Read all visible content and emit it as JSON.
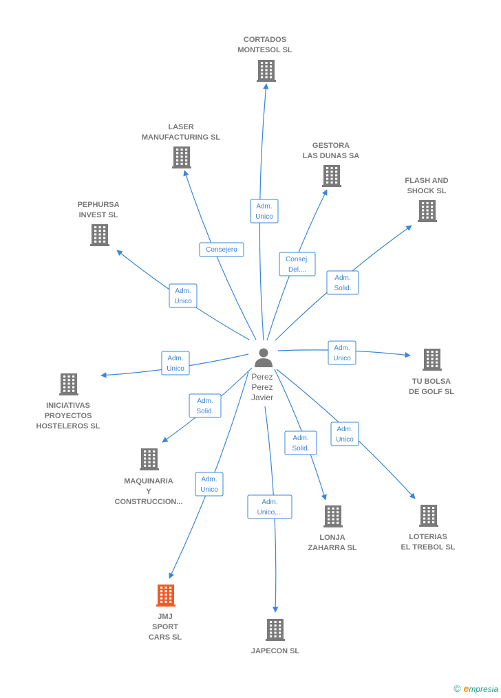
{
  "person": {
    "name_lines": [
      "Perez",
      "Perez",
      "Javier"
    ]
  },
  "companies": [
    {
      "id": "cortados",
      "lines": [
        "CORTADOS",
        "MONTESOL  SL"
      ],
      "role_lines": [
        "Adm.",
        "Unico"
      ]
    },
    {
      "id": "laser",
      "lines": [
        "LASER",
        "MANUFACTURING SL"
      ],
      "role_lines": [
        "Consejero"
      ]
    },
    {
      "id": "gestora",
      "lines": [
        "GESTORA",
        "LAS DUNAS SA"
      ],
      "role_lines": [
        "Consej.",
        "Del...."
      ]
    },
    {
      "id": "flash",
      "lines": [
        "FLASH AND",
        "SHOCK SL"
      ],
      "role_lines": [
        "Adm.",
        "Solid."
      ]
    },
    {
      "id": "pephursa",
      "lines": [
        "PEPHURSA",
        "INVEST  SL"
      ],
      "role_lines": [
        "Adm.",
        "Unico"
      ]
    },
    {
      "id": "iniciativas",
      "lines": [
        "INICIATIVAS",
        "PROYECTOS",
        "HOSTELEROS SL"
      ],
      "role_lines": [
        "Adm.",
        "Unico"
      ]
    },
    {
      "id": "tubolsa",
      "lines": [
        "TU BOLSA",
        "DE GOLF SL"
      ],
      "role_lines": [
        "Adm.",
        "Unico"
      ]
    },
    {
      "id": "maquinaria",
      "lines": [
        "MAQUINARIA",
        "Y",
        "CONSTRUCCION..."
      ],
      "role_lines": [
        "Adm.",
        "Solid."
      ]
    },
    {
      "id": "lonja",
      "lines": [
        "LONJA",
        "ZAHARRA SL"
      ],
      "role_lines": [
        "Adm.",
        "Solid."
      ]
    },
    {
      "id": "loterias",
      "lines": [
        "LOTERIAS",
        "EL TREBOL  SL"
      ],
      "role_lines": [
        "Adm.",
        "Unico"
      ]
    },
    {
      "id": "jmj",
      "lines": [
        "JMJ",
        "SPORT",
        "CARS  SL"
      ],
      "role_lines": [
        "Adm.",
        "Unico"
      ],
      "highlight": true
    },
    {
      "id": "japecon",
      "lines": [
        "JAPECON SL"
      ],
      "role_lines": [
        "Adm.",
        "Unico,..."
      ]
    }
  ],
  "colors": {
    "edge": "#3a86d8",
    "building": "#7a7a7a",
    "building_highlight": "#f05a28"
  },
  "footer": {
    "copyright": "©",
    "brand_initial": "e",
    "brand_rest": "mpresia"
  }
}
